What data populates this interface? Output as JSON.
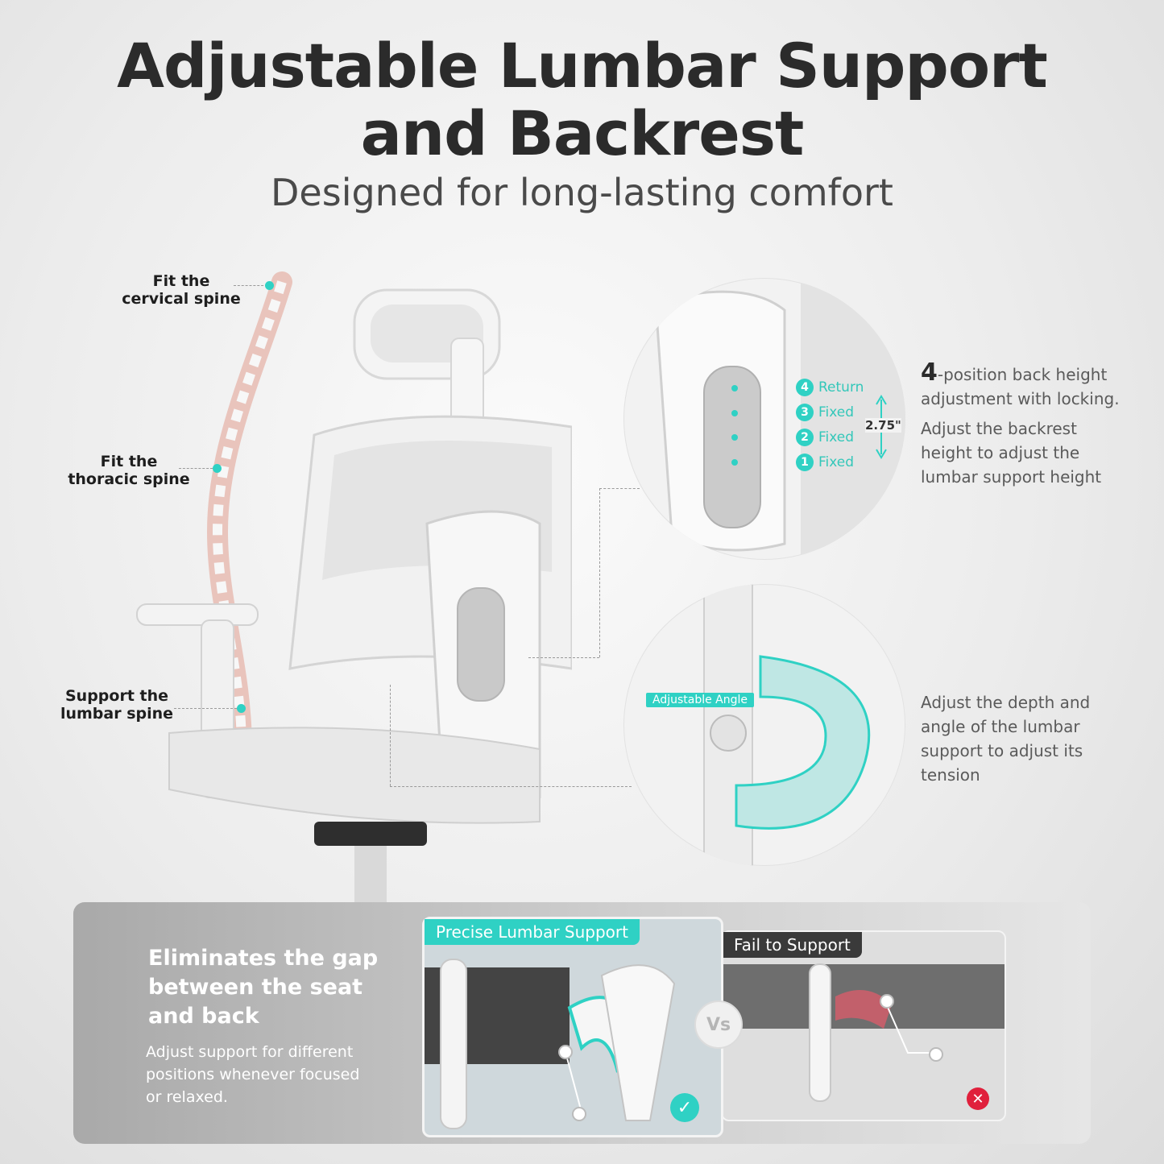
{
  "header": {
    "title_line1": "Adjustable Lumbar Support",
    "title_line2": "and Backrest",
    "subtitle": "Designed for long-lasting comfort"
  },
  "spine_labels": {
    "cervical": [
      "Fit the",
      "cervical spine"
    ],
    "thoracic": [
      "Fit the",
      "thoracic spine"
    ],
    "lumbar": [
      "Support the",
      "lumbar spine"
    ]
  },
  "height_adjust": {
    "positions": [
      {
        "num": "4",
        "label": "Return"
      },
      {
        "num": "3",
        "label": "Fixed"
      },
      {
        "num": "2",
        "label": "Fixed"
      },
      {
        "num": "1",
        "label": "Fixed"
      }
    ],
    "range_label": "2.75\"",
    "heading_number": "4",
    "heading_rest": "-position back height adjustment with locking.",
    "description": "Adjust the backrest height to adjust the lumbar support height"
  },
  "angle_adjust": {
    "tag": "Adjustable Angle",
    "description": "Adjust the depth and angle of the lumbar support to adjust its tension"
  },
  "comparison": {
    "title": "Eliminates the gap between the seat and back",
    "description": "Adjust support for different positions whenever focused or relaxed.",
    "good_label": "Precise Lumbar Support",
    "bad_label": "Fail to Support",
    "vs_label": "Vs"
  },
  "colors": {
    "accent": "#2fd1c4",
    "error": "#e0203c",
    "title": "#2b2b2b"
  }
}
